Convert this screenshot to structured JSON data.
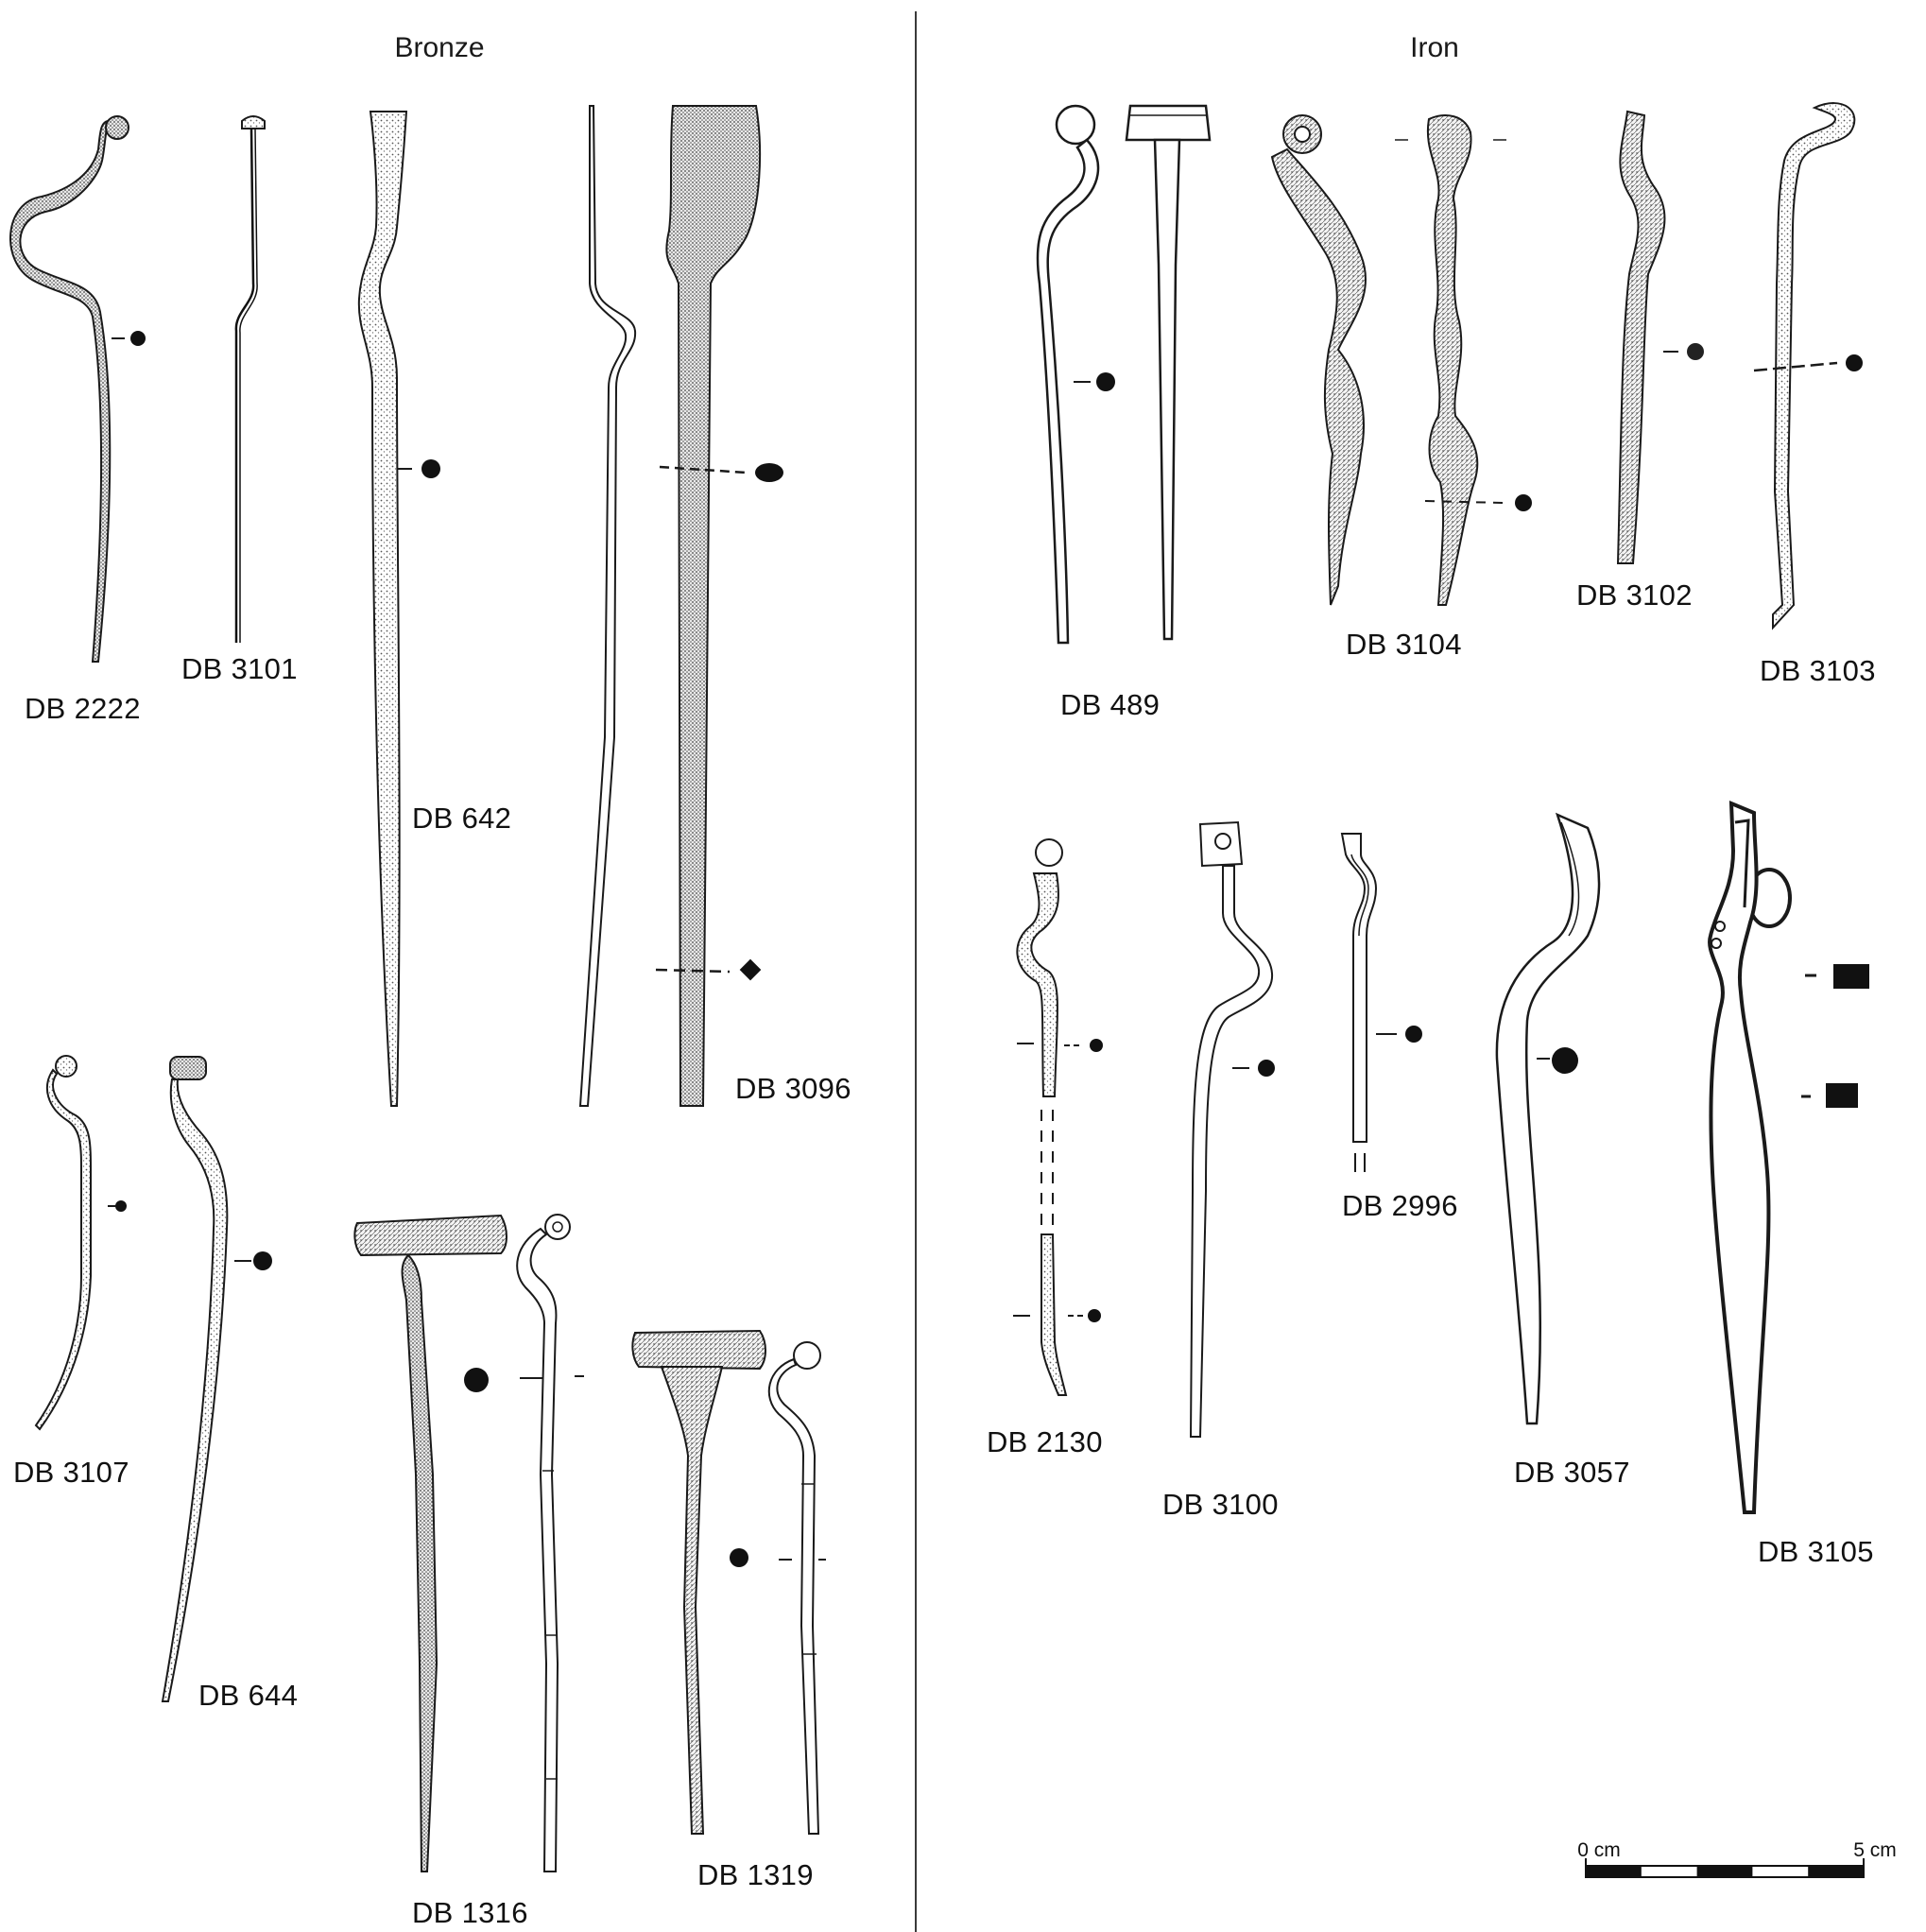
{
  "panels": {
    "bronze": {
      "title": "Bronze"
    },
    "iron": {
      "title": "Iron"
    }
  },
  "labels": {
    "db2222": "DB 2222",
    "db3101": "DB 3101",
    "db642": "DB 642",
    "db3096": "DB 3096",
    "db3107": "DB 3107",
    "db644": "DB 644",
    "db1316": "DB 1316",
    "db1319": "DB 1319",
    "db489": "DB 489",
    "db3104": "DB 3104",
    "db3102": "DB 3102",
    "db3103": "DB 3103",
    "db2130": "DB 2130",
    "db3100": "DB 3100",
    "db2996": "DB 2996",
    "db3057": "DB 3057",
    "db3105": "DB 3105"
  },
  "scale_bar": {
    "start_label": "0 cm",
    "end_label": "5 cm",
    "segments": 5
  },
  "colors": {
    "ink": "#1a1a1a",
    "stipple": "#9a9a9a",
    "paper": "#ffffff"
  }
}
